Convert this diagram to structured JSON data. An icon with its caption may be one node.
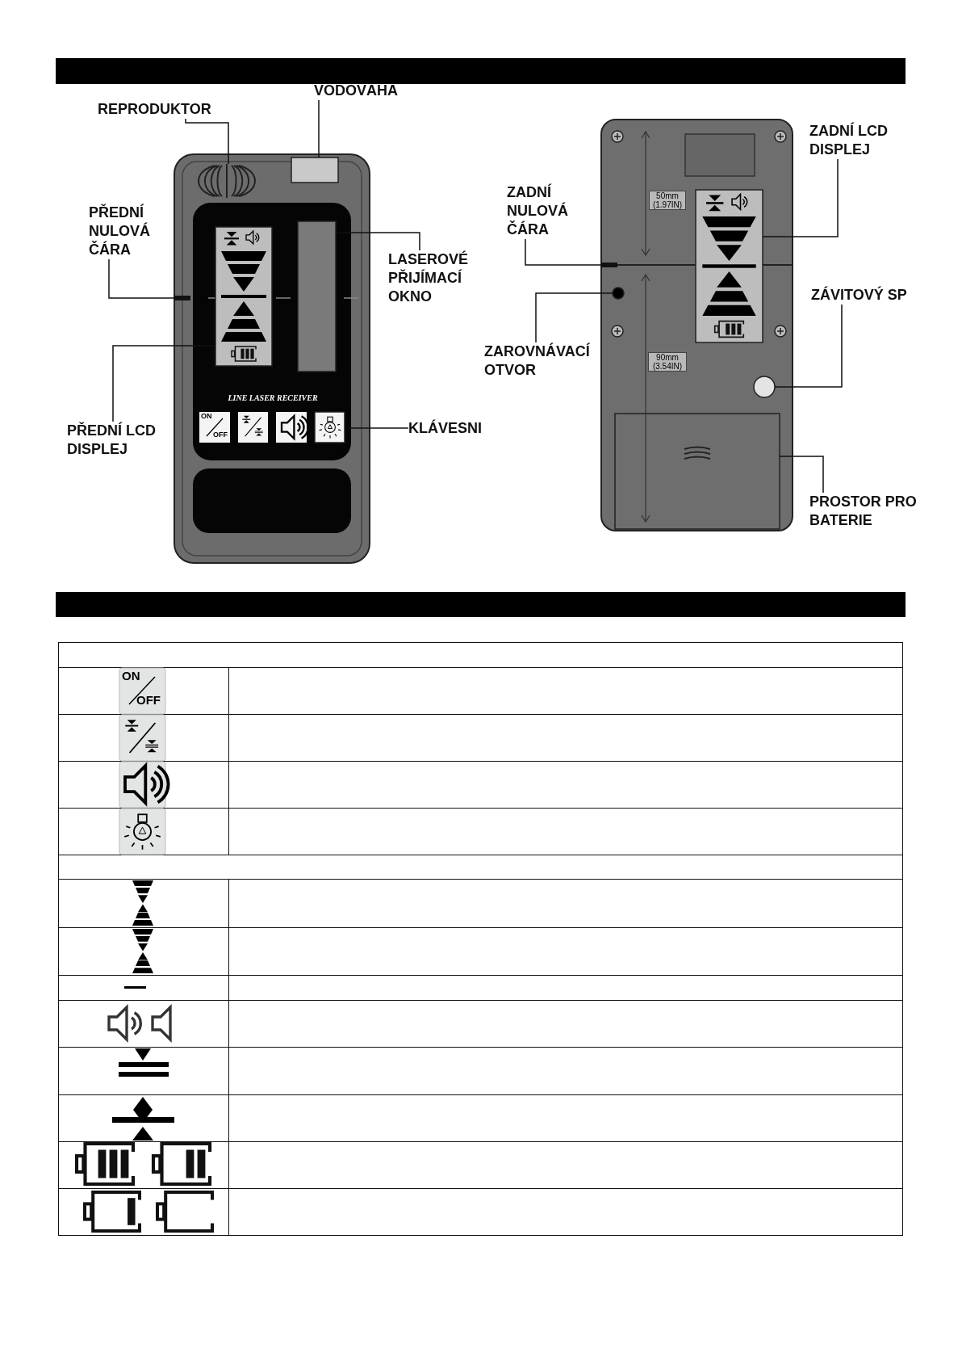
{
  "diagram": {
    "nodes": [
      {
        "text": [
          "VODOVÁHA"
        ]
      },
      {
        "text": [
          "REPRODUKTOR"
        ]
      },
      {
        "text": [
          "PŘEDNÍ NULOVÁ ČÁRA"
        ]
      },
      {
        "text": [
          "LASEROVÉ PŘIJÍMACÍ OKNO"
        ]
      },
      {
        "text": [
          "PŘEDNÍ LCD DISPLEJ"
        ]
      },
      {
        "text": [
          "KLÁVESNI"
        ]
      },
      {
        "text": [
          "ZADNÍ LCD DISPLEJ"
        ]
      },
      {
        "text": [
          "ZADNÍ NULOVÁ ČÁRA"
        ]
      },
      {
        "text": [
          "ZAROVNÁVACÍ OTVOR"
        ]
      },
      {
        "text": [
          "ZÁVITOVÝ SP"
        ]
      },
      {
        "text": [
          "PROSTOR PRO BATERIE"
        ]
      },
      {
        "text": [],
        "shape": "box"
      },
      {
        "text": [],
        "shape": "speaker"
      },
      {
        "text": [],
        "shape": "bar"
      },
      {
        "text": [],
        "shape": "box"
      },
      {
        "text": [],
        "shape": "box"
      },
      {
        "text": [],
        "shape": "box"
      },
      {
        "text": [],
        "shape": "box"
      },
      {
        "text": [],
        "shape": "bar"
      },
      {
        "text": [],
        "shape": "circle"
      },
      {
        "text": [],
        "shape": "circle"
      },
      {
        "text": [],
        "shape": "box"
      }
    ],
    "edges": [
      {
        "from": 0,
        "to": 11,
        "arrow": "none"
      },
      {
        "from": 1,
        "to": 12,
        "arrow": "none"
      },
      {
        "from": 2,
        "to": 13,
        "arrow": "none"
      },
      {
        "from": 3,
        "to": 14,
        "arrow": "none"
      },
      {
        "from": 4,
        "to": 15,
        "arrow": "none"
      },
      {
        "from": 5,
        "to": 16,
        "arrow": "none"
      },
      {
        "from": 6,
        "to": 17,
        "arrow": "none"
      },
      {
        "from": 7,
        "to": 18,
        "arrow": "none"
      },
      {
        "from": 8,
        "to": 19,
        "arrow": "none"
      },
      {
        "from": 9,
        "to": 20,
        "arrow": "none"
      },
      {
        "from": 10,
        "to": 21,
        "arrow": "none"
      }
    ],
    "labels": [
      "LINE LASER RECEIVER",
      "ON",
      "OFF",
      "50mm (1.97IN)",
      "90mm (3.54IN)",
      "ON",
      "OFF"
    ]
  }
}
